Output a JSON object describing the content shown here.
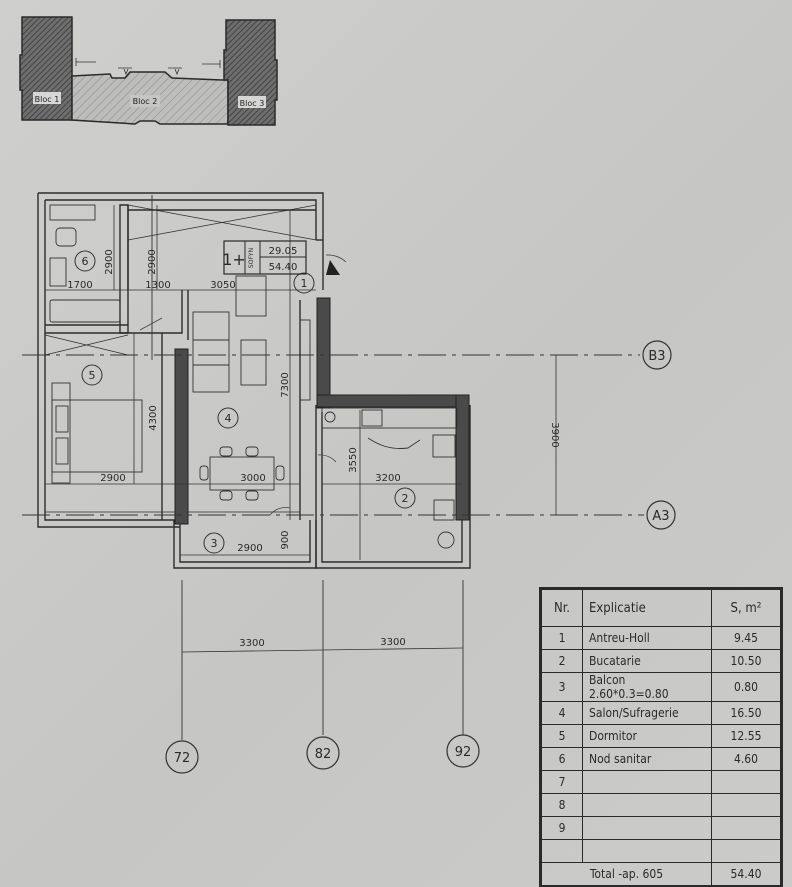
{
  "key_plan": {
    "blocks": [
      {
        "label": "Bloc 1"
      },
      {
        "label": "Bloc 2"
      },
      {
        "label": "Bloc 3"
      }
    ]
  },
  "apartment_badge": {
    "rooms": "1+",
    "code": "SOFYN",
    "living_area": "29.05",
    "total_area": "54.40"
  },
  "rooms": [
    {
      "nr": "1",
      "name": "Antreu-Holl"
    },
    {
      "nr": "2",
      "name": "Bucatarie"
    },
    {
      "nr": "3",
      "name": "Balcon"
    },
    {
      "nr": "4",
      "name": "Salon/Sufragerie"
    },
    {
      "nr": "5",
      "name": "Dormitor"
    },
    {
      "nr": "6",
      "name": "Nod sanitar"
    }
  ],
  "dimensions": {
    "bath_h": "2900",
    "hall_h": "2900",
    "bath_w": "1700",
    "hall_w": "1300",
    "living_top_w": "3050",
    "living_h": "7300",
    "bedroom_h": "4300",
    "bedroom_w": "2900",
    "living_w": "3000",
    "balcony_w": "2900",
    "balcony_h": "900",
    "kitchen_h": "3550",
    "kitchen_w": "3200",
    "axis_b_a": "3900",
    "axis_7_8": "3300",
    "axis_8_9": "3300"
  },
  "axes": {
    "horizontal": [
      {
        "label": "B3"
      },
      {
        "label": "A3"
      }
    ],
    "vertical": [
      {
        "label": "72"
      },
      {
        "label": "82"
      },
      {
        "label": "92"
      }
    ]
  },
  "explication_table": {
    "headers": {
      "nr": "Nr.",
      "explicatie": "Explicatie",
      "s": "S, m²"
    },
    "rows": [
      {
        "nr": "1",
        "explicatie": "Antreu-Holl",
        "s": "9.45"
      },
      {
        "nr": "2",
        "explicatie": "Bucatarie",
        "s": "10.50"
      },
      {
        "nr": "3",
        "explicatie": "Balcon 2.60*0.3=0.80",
        "s": "0.80"
      },
      {
        "nr": "4",
        "explicatie": "Salon/Sufragerie",
        "s": "16.50"
      },
      {
        "nr": "5",
        "explicatie": "Dormitor",
        "s": "12.55"
      },
      {
        "nr": "6",
        "explicatie": "Nod sanitar",
        "s": "4.60"
      },
      {
        "nr": "7",
        "explicatie": "",
        "s": ""
      },
      {
        "nr": "8",
        "explicatie": "",
        "s": ""
      },
      {
        "nr": "9",
        "explicatie": "",
        "s": ""
      },
      {
        "nr": "",
        "explicatie": "",
        "s": ""
      }
    ],
    "total": {
      "label": "Total -ap. 605",
      "value": "54.40"
    }
  }
}
